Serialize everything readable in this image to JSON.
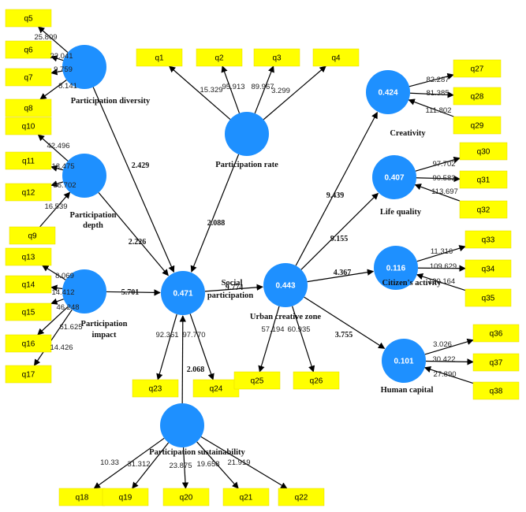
{
  "constructs": [
    {
      "id": "pdiv",
      "label": [
        "Participation diversity"
      ],
      "value": ""
    },
    {
      "id": "pdep",
      "label": [
        "Participation",
        "depth"
      ],
      "value": ""
    },
    {
      "id": "pimp",
      "label": [
        "Participation",
        "impact"
      ],
      "value": ""
    },
    {
      "id": "prate",
      "label": [
        "Participation rate"
      ],
      "value": ""
    },
    {
      "id": "psus",
      "label": [
        "Participation sustainability"
      ],
      "value": ""
    },
    {
      "id": "soc",
      "label": [
        "Social",
        "participation"
      ],
      "value": "0.471"
    },
    {
      "id": "ucz",
      "label": [
        "Urban creative zone"
      ],
      "value": "0.443"
    },
    {
      "id": "cre",
      "label": [
        "Creativity"
      ],
      "value": "0.424"
    },
    {
      "id": "lq",
      "label": [
        "Life quality"
      ],
      "value": "0.407"
    },
    {
      "id": "ca",
      "label": [
        "Citizen's activity"
      ],
      "value": "0.116"
    },
    {
      "id": "hc",
      "label": [
        "Human capital"
      ],
      "value": "0.101"
    }
  ],
  "indicators": [
    {
      "id": "q5",
      "label": "q5",
      "construct": "pdiv",
      "loading": "25.809"
    },
    {
      "id": "q6",
      "label": "q6",
      "construct": "pdiv",
      "loading": "22.041"
    },
    {
      "id": "q7",
      "label": "q7",
      "construct": "pdiv",
      "loading": "9.759"
    },
    {
      "id": "q8",
      "label": "q8",
      "construct": "pdiv",
      "loading": "8.141"
    },
    {
      "id": "q10",
      "label": "q10",
      "construct": "pdep",
      "loading": "42.496"
    },
    {
      "id": "q11",
      "label": "q11",
      "construct": "pdep",
      "loading": "13.475"
    },
    {
      "id": "q12",
      "label": "q12",
      "construct": "pdep",
      "loading": "56.702"
    },
    {
      "id": "q9",
      "label": "q9",
      "construct": "pdep",
      "loading": "16.539"
    },
    {
      "id": "q13",
      "label": "q13",
      "construct": "pimp",
      "loading": "8.069"
    },
    {
      "id": "q14",
      "label": "q14",
      "construct": "pimp",
      "loading": "14.412"
    },
    {
      "id": "q15",
      "label": "q15",
      "construct": "pimp",
      "loading": "46.248"
    },
    {
      "id": "q16",
      "label": "q16",
      "construct": "pimp",
      "loading": "61.625"
    },
    {
      "id": "q17",
      "label": "q17",
      "construct": "pimp",
      "loading": "14.426"
    },
    {
      "id": "q1",
      "label": "q1",
      "construct": "prate",
      "loading": "15.329"
    },
    {
      "id": "q2",
      "label": "q2",
      "construct": "prate",
      "loading": "95.913"
    },
    {
      "id": "q3",
      "label": "q3",
      "construct": "prate",
      "loading": "89.967"
    },
    {
      "id": "q4",
      "label": "q4",
      "construct": "prate",
      "loading": "3.299"
    },
    {
      "id": "q18",
      "label": "q18",
      "construct": "psus",
      "loading": "10.33"
    },
    {
      "id": "q19",
      "label": "q19",
      "construct": "psus",
      "loading": "31.312"
    },
    {
      "id": "q20",
      "label": "q20",
      "construct": "psus",
      "loading": "23.875"
    },
    {
      "id": "q21",
      "label": "q21",
      "construct": "psus",
      "loading": "19.658"
    },
    {
      "id": "q22",
      "label": "q22",
      "construct": "psus",
      "loading": "21.919"
    },
    {
      "id": "q23",
      "label": "q23",
      "construct": "soc",
      "loading": "92.361"
    },
    {
      "id": "q24",
      "label": "q24",
      "construct": "soc",
      "loading": "97.770"
    },
    {
      "id": "q25",
      "label": "q25",
      "construct": "ucz",
      "loading": "57.194"
    },
    {
      "id": "q26",
      "label": "q26",
      "construct": "ucz",
      "loading": "60.935"
    },
    {
      "id": "q27",
      "label": "q27",
      "construct": "cre",
      "loading": "82.287"
    },
    {
      "id": "q28",
      "label": "q28",
      "construct": "cre",
      "loading": "81.385"
    },
    {
      "id": "q29",
      "label": "q29",
      "construct": "cre",
      "loading": "111.802"
    },
    {
      "id": "q30",
      "label": "q30",
      "construct": "lq",
      "loading": "97.702"
    },
    {
      "id": "q31",
      "label": "q31",
      "construct": "lq",
      "loading": "90.583"
    },
    {
      "id": "q32",
      "label": "q32",
      "construct": "lq",
      "loading": "113.697"
    },
    {
      "id": "q33",
      "label": "q33",
      "construct": "ca",
      "loading": "11.316"
    },
    {
      "id": "q34",
      "label": "q34",
      "construct": "ca",
      "loading": "109.629"
    },
    {
      "id": "q35",
      "label": "q35",
      "construct": "ca",
      "loading": "120.164"
    },
    {
      "id": "q36",
      "label": "q36",
      "construct": "hc",
      "loading": "3.026"
    },
    {
      "id": "q37",
      "label": "q37",
      "construct": "hc",
      "loading": "30.422"
    },
    {
      "id": "q38",
      "label": "q38",
      "construct": "hc",
      "loading": "27.890"
    }
  ],
  "paths": [
    {
      "from": "pdiv",
      "to": "soc",
      "value": "2.429"
    },
    {
      "from": "pdep",
      "to": "soc",
      "value": "2.226"
    },
    {
      "from": "pimp",
      "to": "soc",
      "value": "5.701"
    },
    {
      "from": "prate",
      "to": "soc",
      "value": "2.088"
    },
    {
      "from": "psus",
      "to": "soc",
      "value": "2.068"
    },
    {
      "from": "soc",
      "to": "ucz",
      "value": "9.774"
    },
    {
      "from": "ucz",
      "to": "cre",
      "value": "9.439"
    },
    {
      "from": "ucz",
      "to": "lq",
      "value": "9.155"
    },
    {
      "from": "ucz",
      "to": "ca",
      "value": "4.367"
    },
    {
      "from": "ucz",
      "to": "hc",
      "value": "3.755"
    }
  ],
  "colors": {
    "construct": "#1e90ff",
    "indicator": "#ffff00"
  }
}
